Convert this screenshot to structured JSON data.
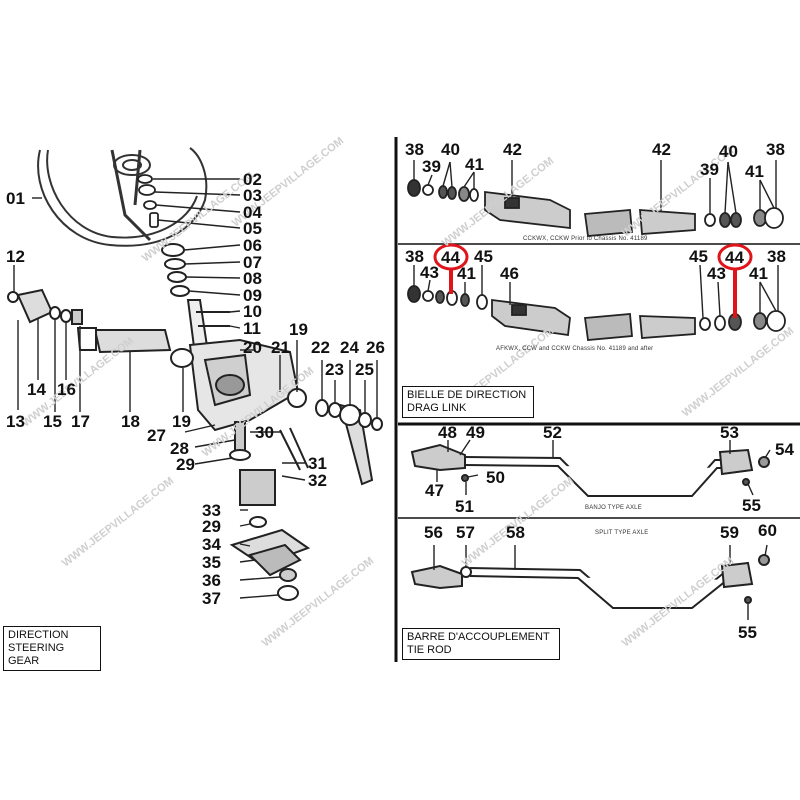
{
  "panels": {
    "steering_gear": {
      "title_fr": "DIRECTION",
      "title_en": "STEERING GEAR"
    },
    "drag_link": {
      "title_fr": "BIELLE DE DIRECTION",
      "title_en": "DRAG LINK"
    },
    "tie_rod": {
      "title_fr": "BARRE D'ACCOUPLEMENT",
      "title_en": "TIE ROD"
    }
  },
  "captions": {
    "drag_link_top": "CCKWX, CCKW Prior to Chassis No. 41189",
    "drag_link_bottom": "AFKWX, CCW and CCKW Chassis No. 41189 and after",
    "banjo": "BANJO TYPE AXLE",
    "split": "SPLIT TYPE AXLE"
  },
  "watermark": "WWW.JEEPVILLAGE.COM",
  "highlight_color": "#e0151b",
  "part_numbers": {
    "n01": "01",
    "n02": "02",
    "n03": "03",
    "n04": "04",
    "n05": "05",
    "n06": "06",
    "n07": "07",
    "n08": "08",
    "n09": "09",
    "n10": "10",
    "n11": "11",
    "n12": "12",
    "n13": "13",
    "n14": "14",
    "n15": "15",
    "n16": "16",
    "n17": "17",
    "n18": "18",
    "n19a": "19",
    "n19b": "19",
    "n20": "20",
    "n21": "21",
    "n22": "22",
    "n23": "23",
    "n24": "24",
    "n25": "25",
    "n26": "26",
    "n27": "27",
    "n28": "28",
    "n29a": "29",
    "n29b": "29",
    "n30": "30",
    "n31": "31",
    "n32": "32",
    "n33": "33",
    "n34": "34",
    "n35": "35",
    "n36": "36",
    "n37": "37",
    "d38a": "38",
    "d39a": "39",
    "d40a": "40",
    "d41a": "41",
    "d42a": "42",
    "d42b": "42",
    "d39b": "39",
    "d40b": "40",
    "d41b": "41",
    "d38b": "38",
    "d38c": "38",
    "d43a": "43",
    "d44a": "44",
    "d41c": "41",
    "d45a": "45",
    "d46": "46",
    "d45b": "45",
    "d44b": "44",
    "d38d": "38",
    "d43b": "43",
    "d41d": "41",
    "t48": "48",
    "t49": "49",
    "t52": "52",
    "t53": "53",
    "t54": "54",
    "t50": "50",
    "t47": "47",
    "t51": "51",
    "t55a": "55",
    "t56": "56",
    "t57": "57",
    "t58": "58",
    "t59": "59",
    "t60": "60",
    "t55b": "55"
  }
}
